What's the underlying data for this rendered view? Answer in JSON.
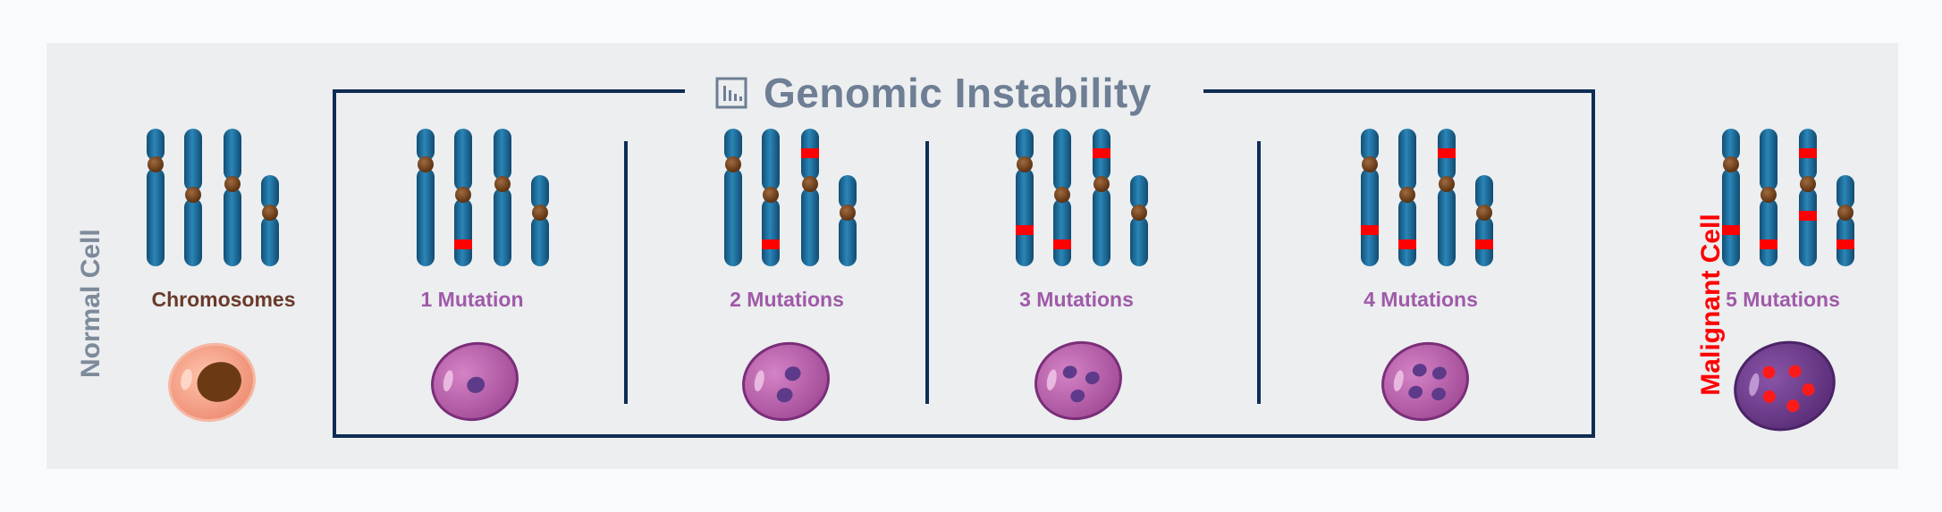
{
  "title": "Genomic Instability",
  "side_labels": {
    "left": "Normal Cell",
    "right": "Malignant Cell"
  },
  "stages": [
    {
      "label": "Chromosomes"
    },
    {
      "label": "1 Mutation"
    },
    {
      "label": "2 Mutations"
    },
    {
      "label": "3 Mutations"
    },
    {
      "label": "4 Mutations"
    },
    {
      "label": "5 Mutations"
    }
  ],
  "colors": {
    "chromosome": "#1f6e9c",
    "centromere": "#7a4a26",
    "mutation": "#ff0000",
    "frame": "#0f2d54",
    "normal_cell": "#f4a68e",
    "mutated_cell": "#b05aa6",
    "malignant_cell": "#6a3b8a",
    "malignant_label": "#ff0000",
    "normal_label": "#7d8a9a"
  },
  "icons": {
    "title_icon": "chart-icon"
  }
}
